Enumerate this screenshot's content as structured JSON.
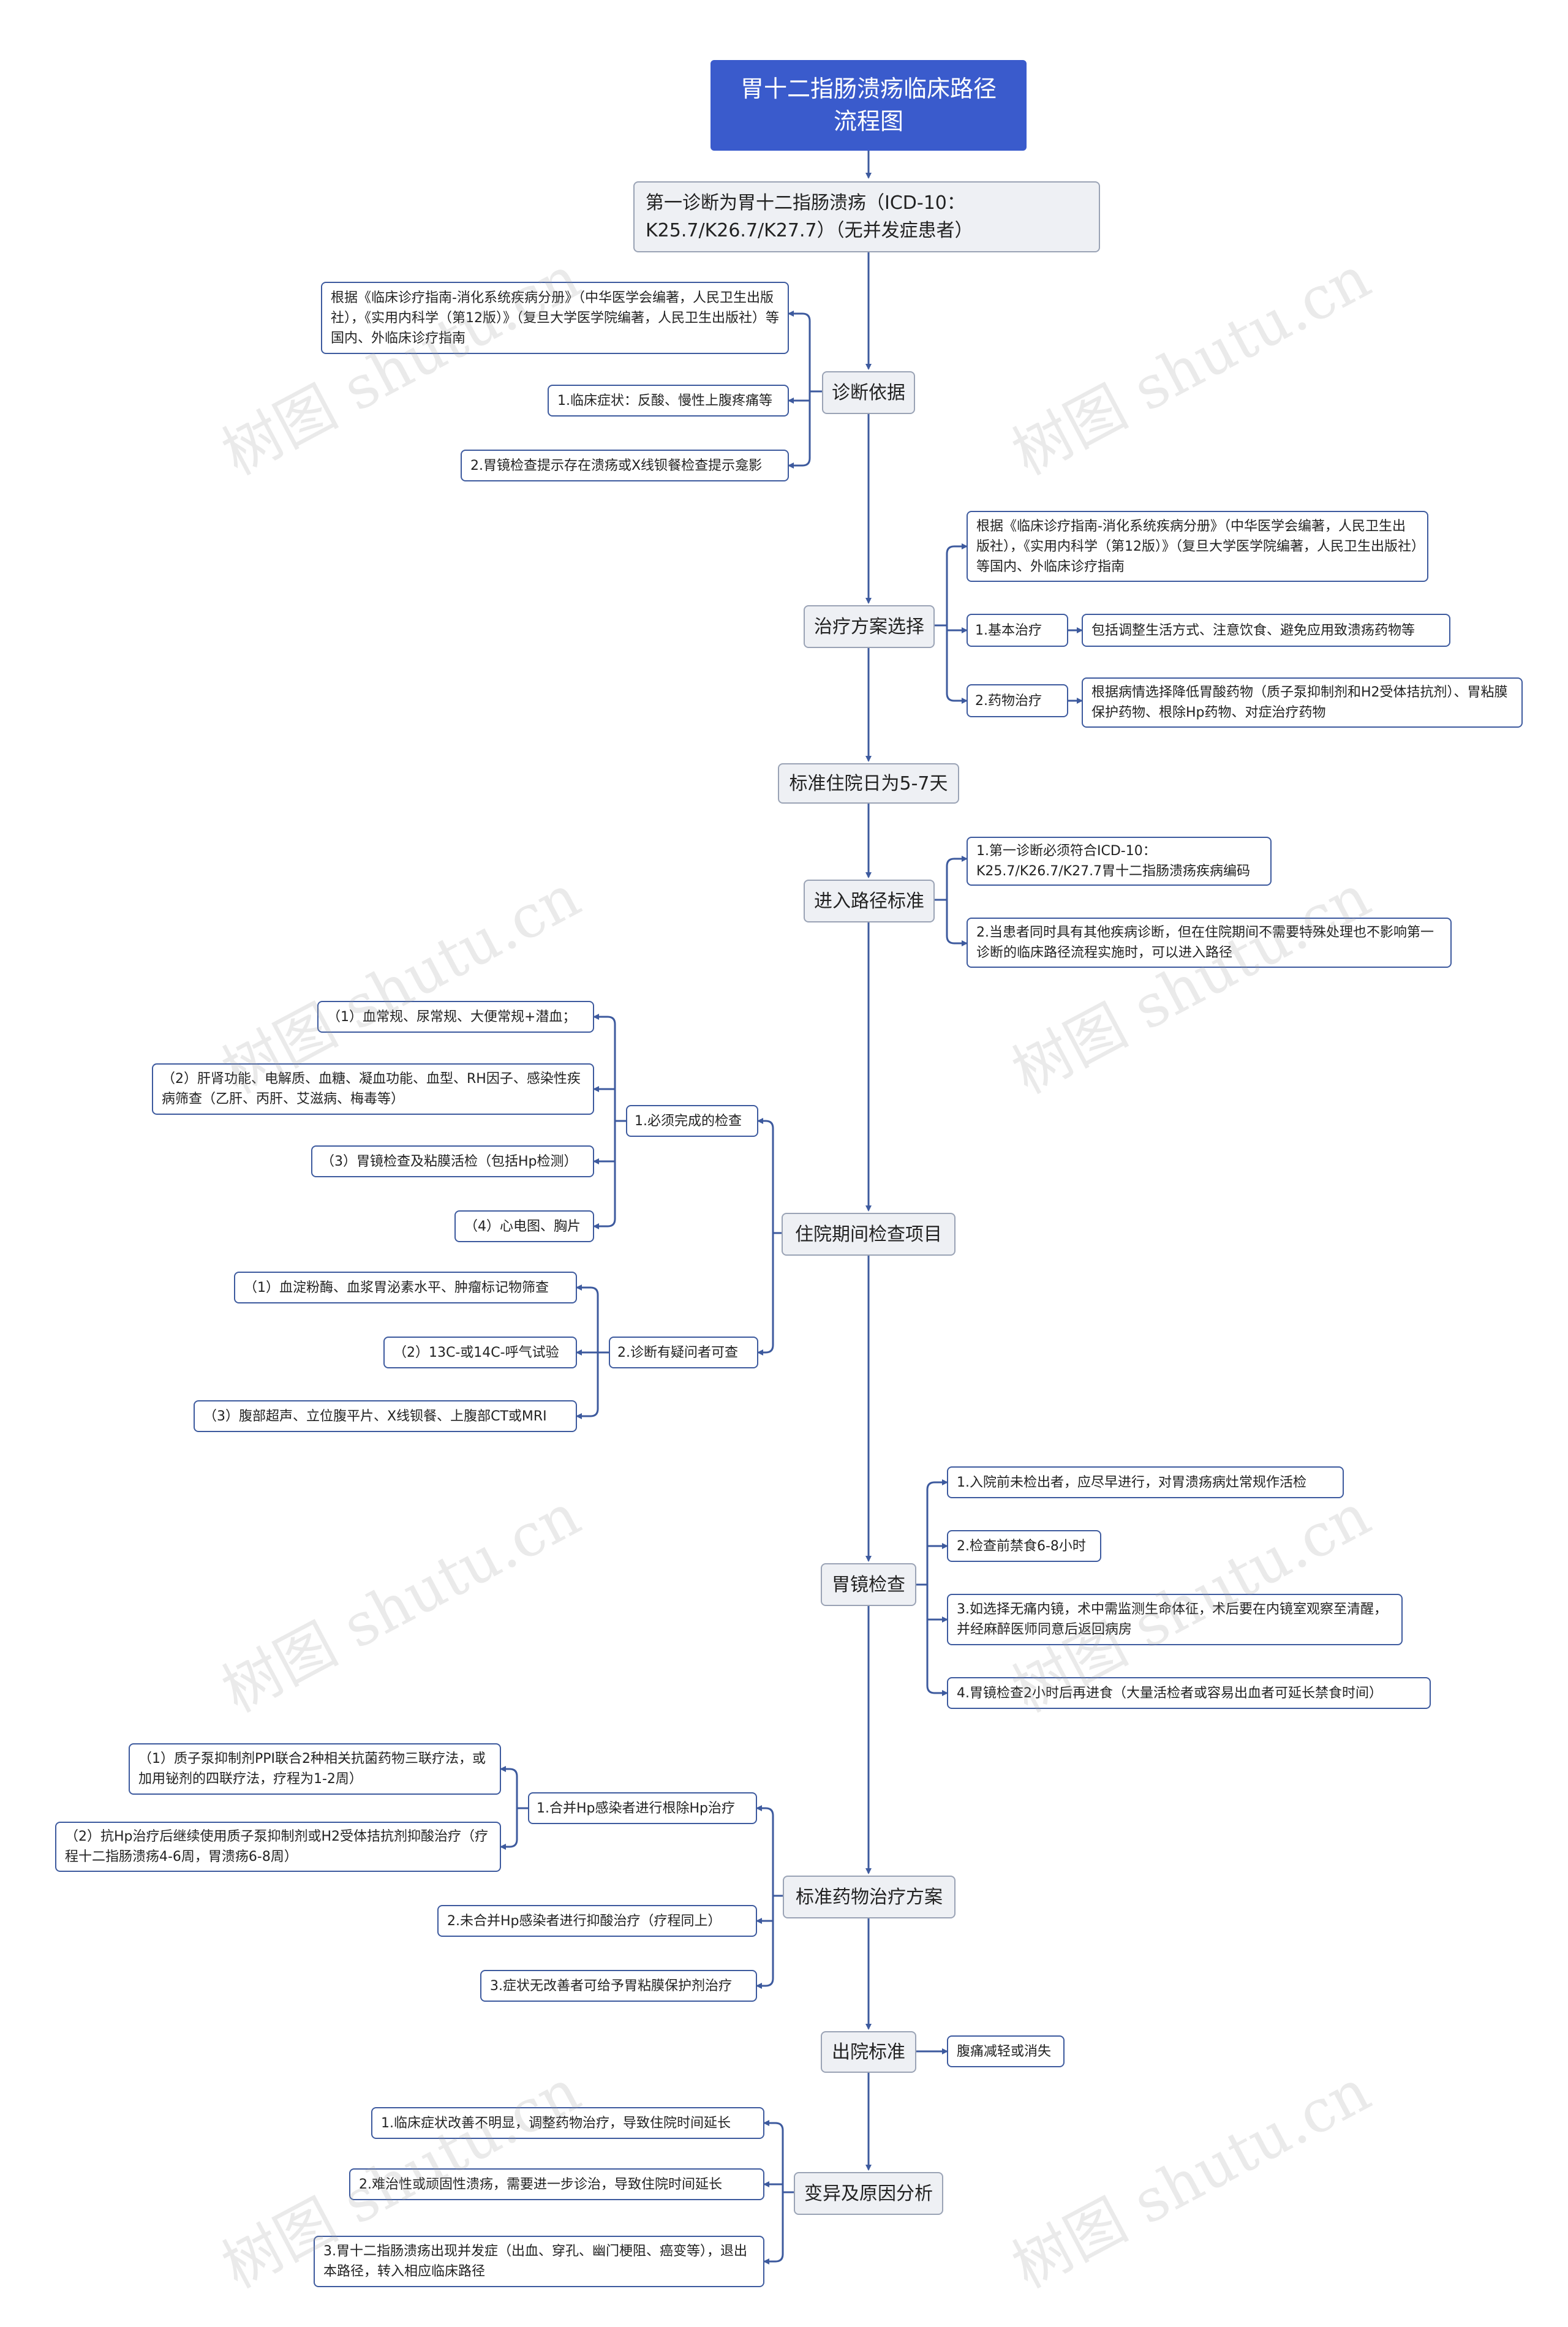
{
  "root": {
    "title": "胃十二指肠溃疡临床路径流程图"
  },
  "watermark": "树图 shutu.cn",
  "colors": {
    "root_fill": "#3a5bcc",
    "main_fill": "#eef0f4",
    "line": "#3d5a9e"
  },
  "main_nodes": [
    {
      "label": "第一诊断为胃十二指肠溃疡（ICD-10：K25.7/K26.7/K27.7）（无并发症患者）"
    },
    {
      "label": "诊断依据"
    },
    {
      "label": "治疗方案选择"
    },
    {
      "label": "标准住院日为5-7天"
    },
    {
      "label": "进入路径标准"
    },
    {
      "label": "住院期间检查项目"
    },
    {
      "label": "胃镜检查"
    },
    {
      "label": "标准药物治疗方案"
    },
    {
      "label": "出院标准"
    },
    {
      "label": "变异及原因分析"
    }
  ],
  "diagnosis": {
    "items": [
      "根据《临床诊疗指南-消化系统疾病分册》（中华医学会编著，人民卫生出版社），《实用内科学（第12版）》（复旦大学医学院编著，人民卫生出版社）等国内、外临床诊疗指南",
      "1.临床症状：反酸、慢性上腹疼痛等",
      "2.胃镜检查提示存在溃疡或X线钡餐检查提示龛影"
    ]
  },
  "treatment": {
    "guide": "根据《临床诊疗指南-消化系统疾病分册》（中华医学会编著，人民卫生出版社），《实用内科学（第12版）》（复旦大学医学院编著，人民卫生出版社）等国内、外临床诊疗指南",
    "basic": {
      "label": "1.基本治疗",
      "detail": "包括调整生活方式、注意饮食、避免应用致溃疡药物等"
    },
    "drug": {
      "label": "2.药物治疗",
      "detail": "根据病情选择降低胃酸药物（质子泵抑制剂和H2受体拮抗剂）、胃粘膜保护药物、根除Hp药物、对症治疗药物"
    }
  },
  "entry": {
    "items": [
      "1.第一诊断必须符合ICD-10：K25.7/K26.7/K27.7胃十二指肠溃疡疾病编码",
      "2.当患者同时具有其他疾病诊断，但在住院期间不需要特殊处理也不影响第一诊断的临床路径流程实施时，可以进入路径"
    ]
  },
  "exam": {
    "required": {
      "label": "1.必须完成的检查",
      "items": [
        "（1）血常规、尿常规、大便常规+潜血；",
        "（2）肝肾功能、电解质、血糖、凝血功能、血型、RH因子、感染性疾病筛查（乙肝、丙肝、艾滋病、梅毒等）",
        "（3）胃镜检查及粘膜活检（包括Hp检测）",
        "（4）心电图、胸片"
      ]
    },
    "optional": {
      "label": "2.诊断有疑问者可查",
      "items": [
        "（1）血淀粉酶、血浆胃泌素水平、肿瘤标记物筛查",
        "（2）13C-或14C-呼气试验",
        "（3）腹部超声、立位腹平片、X线钡餐、上腹部CT或MRI"
      ]
    }
  },
  "endoscopy": {
    "items": [
      "1.入院前未检出者，应尽早进行，对胃溃疡病灶常规作活检",
      "2.检查前禁食6-8小时",
      "3.如选择无痛内镜，术中需监测生命体征，术后要在内镜室观察至清醒，并经麻醉医师同意后返回病房",
      "4.胃镜检查2小时后再进食（大量活检者或容易出血者可延长禁食时间）"
    ]
  },
  "drug_plan": {
    "hp": {
      "label": "1.合并Hp感染者进行根除Hp治疗",
      "items": [
        "（1）质子泵抑制剂PPI联合2种相关抗菌药物三联疗法，或加用铋剂的四联疗法，疗程为1-2周）",
        "（2）抗Hp治疗后继续使用质子泵抑制剂或H2受体拮抗剂抑酸治疗（疗程十二指肠溃疡4-6周，胃溃疡6-8周）"
      ]
    },
    "others": [
      "2.未合并Hp感染者进行抑酸治疗（疗程同上）",
      "3.症状无改善者可给予胃粘膜保护剂治疗"
    ]
  },
  "discharge": {
    "item": "腹痛减轻或消失"
  },
  "variation": {
    "items": [
      "1.临床症状改善不明显，调整药物治疗，导致住院时间延长",
      "2.难治性或顽固性溃疡，需要进一步诊治，导致住院时间延长",
      "3.胃十二指肠溃疡出现并发症（出血、穿孔、幽门梗阻、癌变等），退出本路径，转入相应临床路径"
    ]
  }
}
